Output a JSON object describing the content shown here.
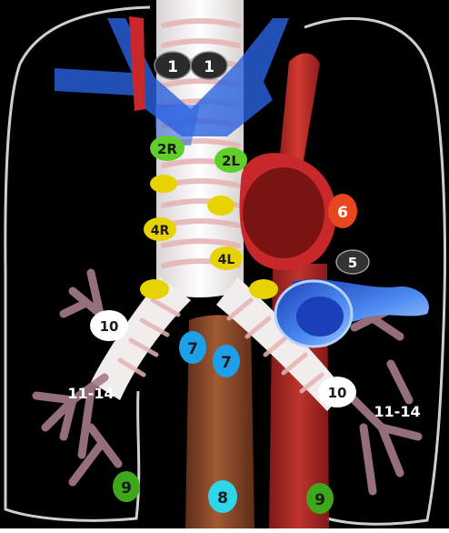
{
  "diagram": {
    "colors": {
      "background": "#000000",
      "lung_outline": "#cfcfcf",
      "trachea": "#f2eded",
      "trachea_ring": "#e7b4b4",
      "bronchus": "#a57b88",
      "artery_red": "#c8282a",
      "aorta_inner": "#7a1412",
      "vein_blue": "#2b63e0",
      "esophagus": "#8a4a2c",
      "station_1": "#2b2b2b",
      "station_2": "#5fcf2a",
      "station_4": "#e6d300",
      "station_5": "#333333",
      "station_6": "#e8461e",
      "station_7": "#1ea0e8",
      "station_8": "#2fd6e8",
      "station_9": "#3fa81a",
      "station_10": "#ffffff"
    },
    "labels": {
      "station_1_left": "1",
      "station_1_right": "1",
      "station_2r": "2R",
      "station_2l": "2L",
      "station_4r": "4R",
      "station_4l": "4L",
      "station_5": "5",
      "station_6": "6",
      "station_7_upper": "7",
      "station_7_lower": "7",
      "station_8": "8",
      "station_9_left": "9",
      "station_9_right": "9",
      "station_10_left": "10",
      "station_10_right": "10",
      "station_11_14_left": "11-14",
      "station_11_14_right": "11-14"
    }
  }
}
